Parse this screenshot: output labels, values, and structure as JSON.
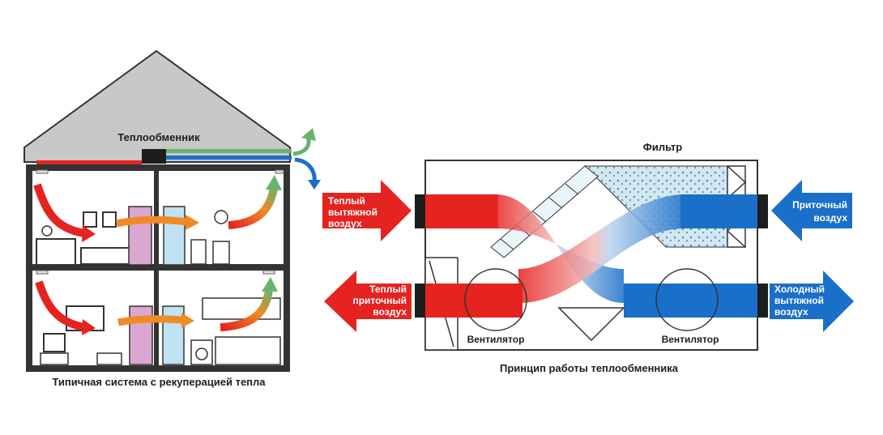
{
  "house": {
    "title": "Типичная система с рекуперацией тепла",
    "exchanger_label": "Теплообменник"
  },
  "unit": {
    "title": "Принцип работы теплообменника",
    "filter_label": "Фильтр",
    "fan_left_label": "Вентилятор",
    "fan_right_label": "Вентилятор"
  },
  "arrows": {
    "warm_exhaust": [
      "Теплый",
      "вытяжной",
      "воздух"
    ],
    "warm_supply": [
      "Теплый",
      "приточный",
      "воздух"
    ],
    "supply": [
      "Приточный",
      "воздух"
    ],
    "cold_exhaust": [
      "Холодный",
      "вытяжной",
      "воздух"
    ]
  },
  "colors": {
    "red": "#e52321",
    "blue": "#1a6fc9",
    "roof": "#c8c8c8",
    "green": "#6ab36d",
    "orange": "#f08a24",
    "pink": "#d9a7cf",
    "light_blue": "#bfe3f2",
    "filter_fill": "#c9e6f0"
  }
}
